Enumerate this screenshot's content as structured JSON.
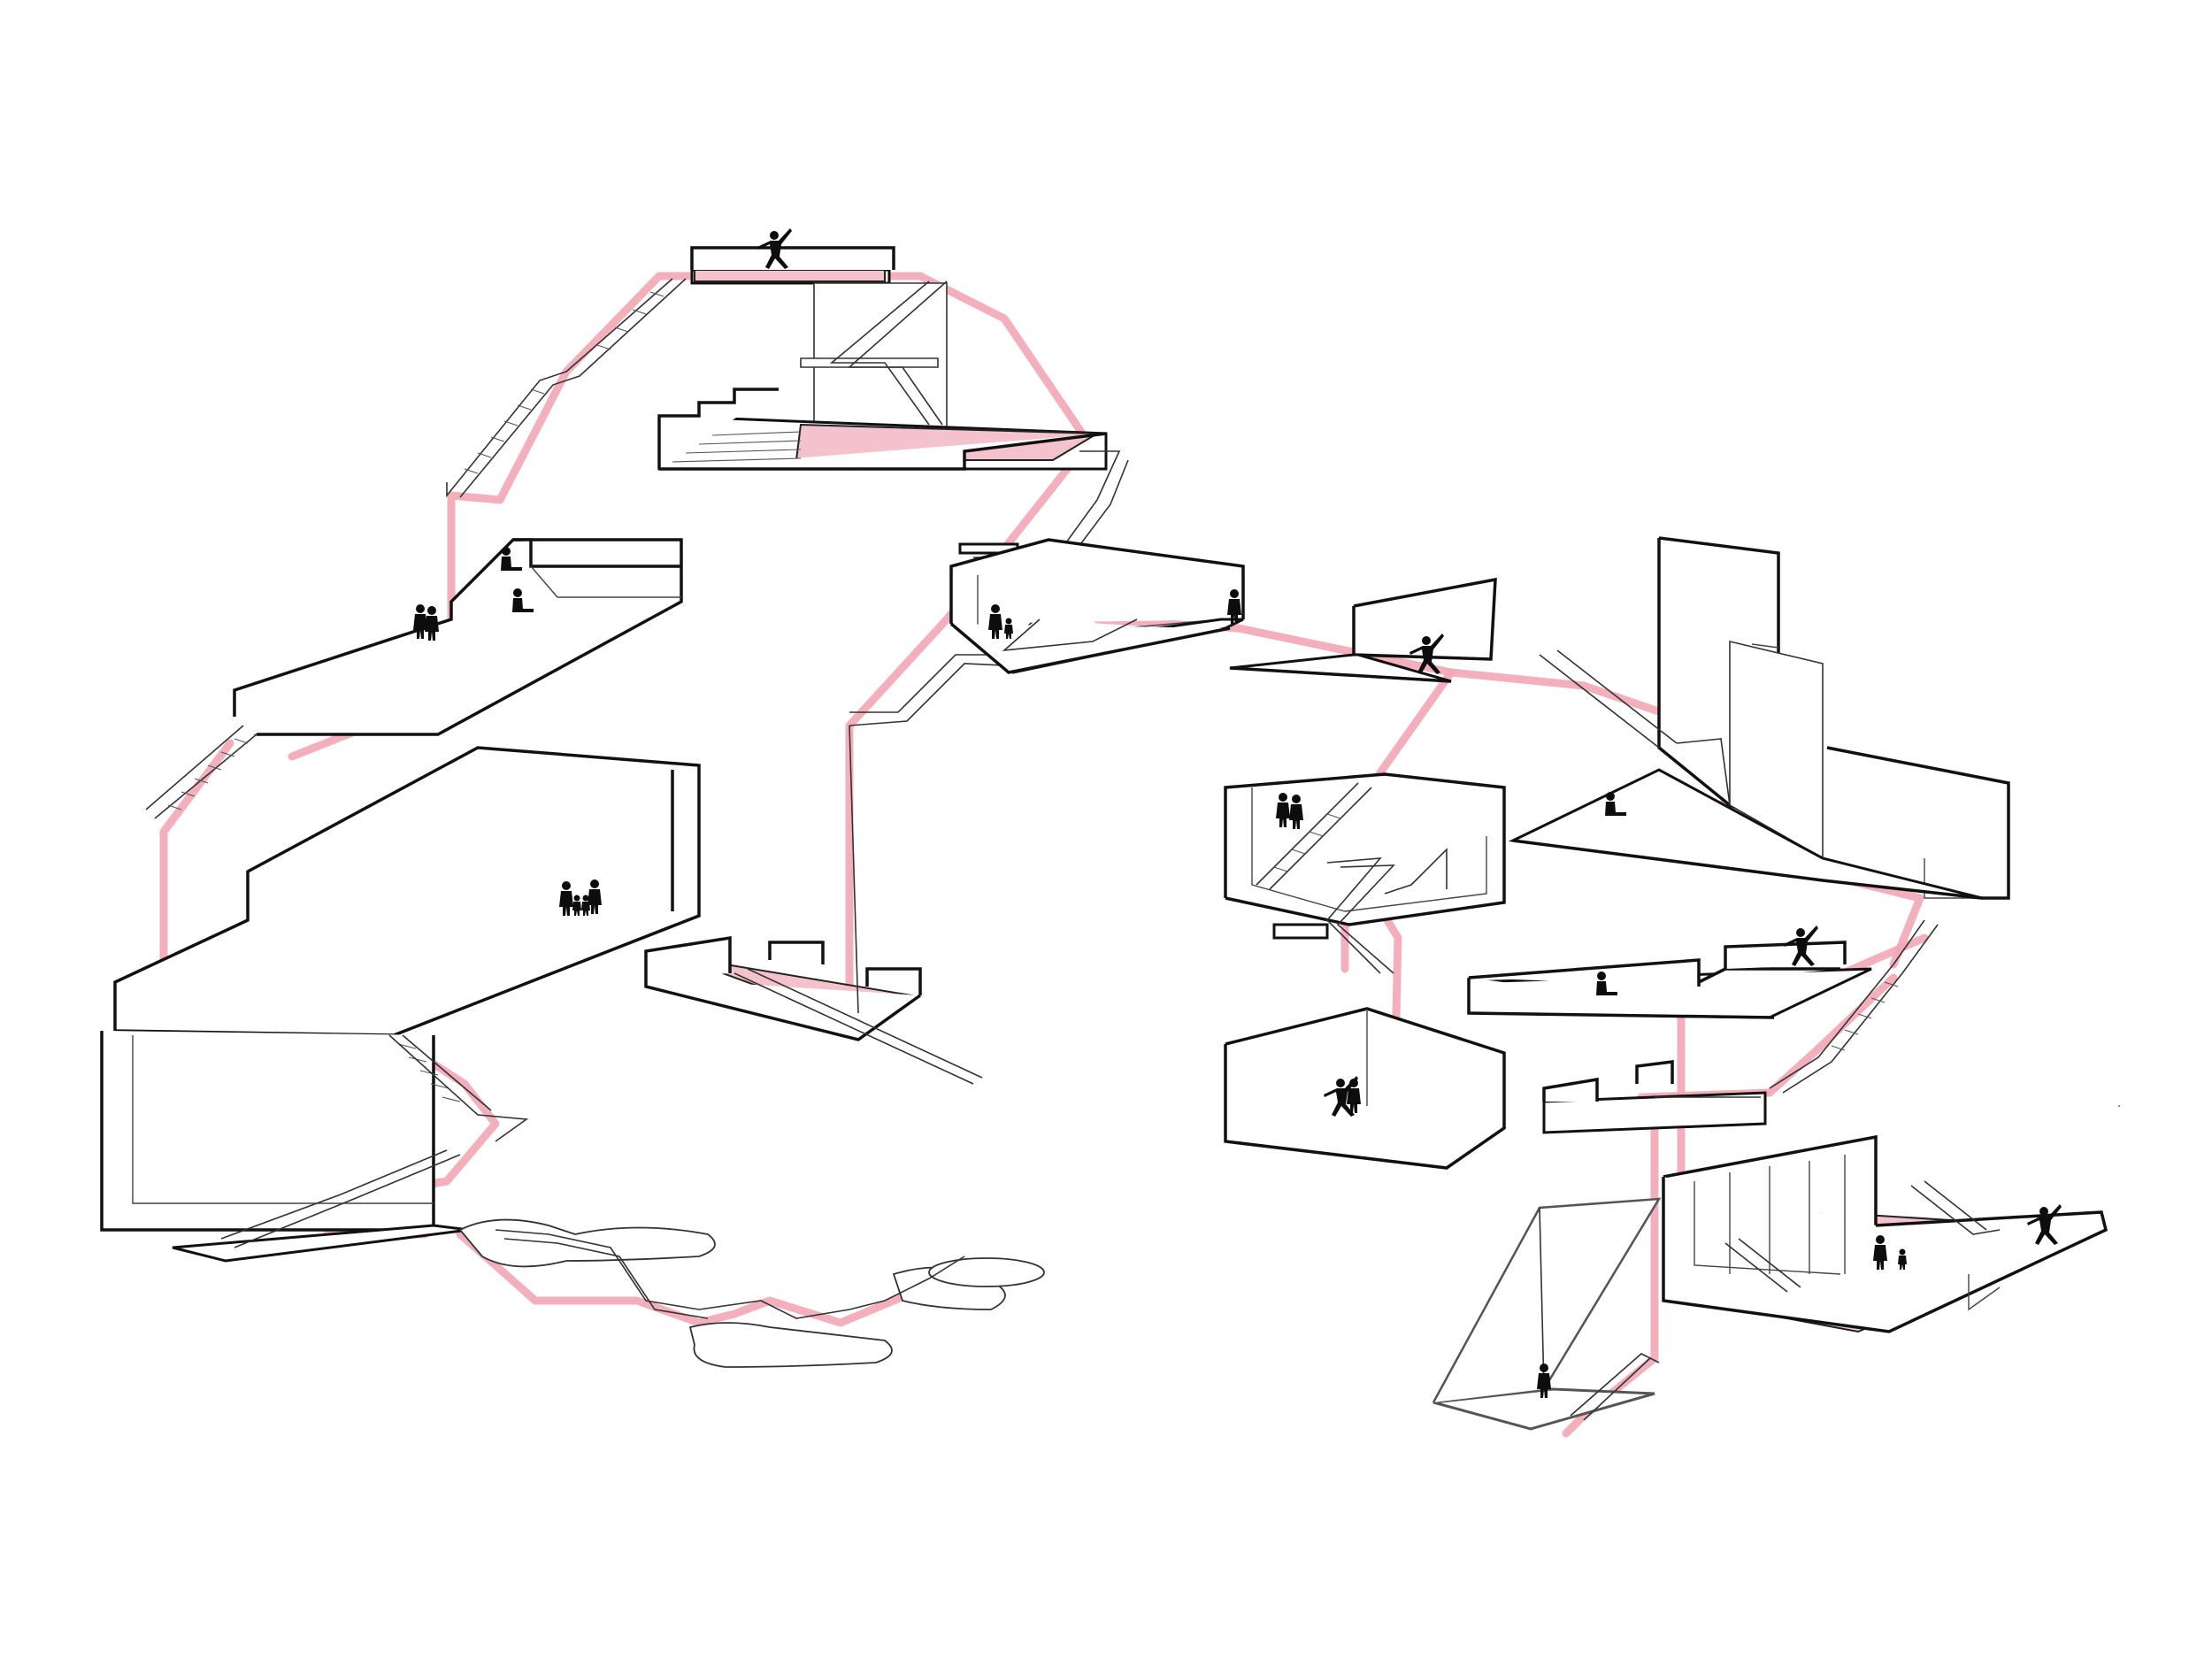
{
  "diagram": {
    "colors": {
      "route": "#f2a7b5",
      "floor_fill": "#f4c2cc",
      "outline": "#111111",
      "background": "#ffffff"
    },
    "spaces": [
      {
        "name": "rooftop-terrace",
        "figures": [
          "dancer-leaping"
        ]
      },
      {
        "name": "upper-amphitheater-hall",
        "figures": []
      },
      {
        "name": "upper-left-lounge",
        "figures": [
          "couple-standing",
          "person-seated",
          "person-sitting"
        ]
      },
      {
        "name": "large-left-hall",
        "figures": [
          "family-group"
        ]
      },
      {
        "name": "lower-left-base",
        "figures": []
      },
      {
        "name": "center-small-court",
        "figures": []
      },
      {
        "name": "center-top-room",
        "figures": [
          "adult-with-child",
          "person-walking"
        ]
      },
      {
        "name": "center-wedge-room",
        "figures": [
          "dancer"
        ]
      },
      {
        "name": "center-mid-room",
        "figures": [
          "couple-walking"
        ]
      },
      {
        "name": "ballroom",
        "figures": [
          "dancing-couple"
        ]
      },
      {
        "name": "right-tower-plaza",
        "figures": [
          "photographer-crouching"
        ]
      },
      {
        "name": "right-terrace",
        "figures": [
          "person-reclining",
          "person-waving"
        ]
      },
      {
        "name": "right-small-ledge",
        "figures": []
      },
      {
        "name": "right-lower-hall",
        "figures": [
          "mother-and-child",
          "dancer-posing"
        ]
      },
      {
        "name": "bottom-right-frame",
        "figures": [
          "person-standing"
        ]
      },
      {
        "name": "stepping-stone-path",
        "figures": []
      }
    ]
  }
}
